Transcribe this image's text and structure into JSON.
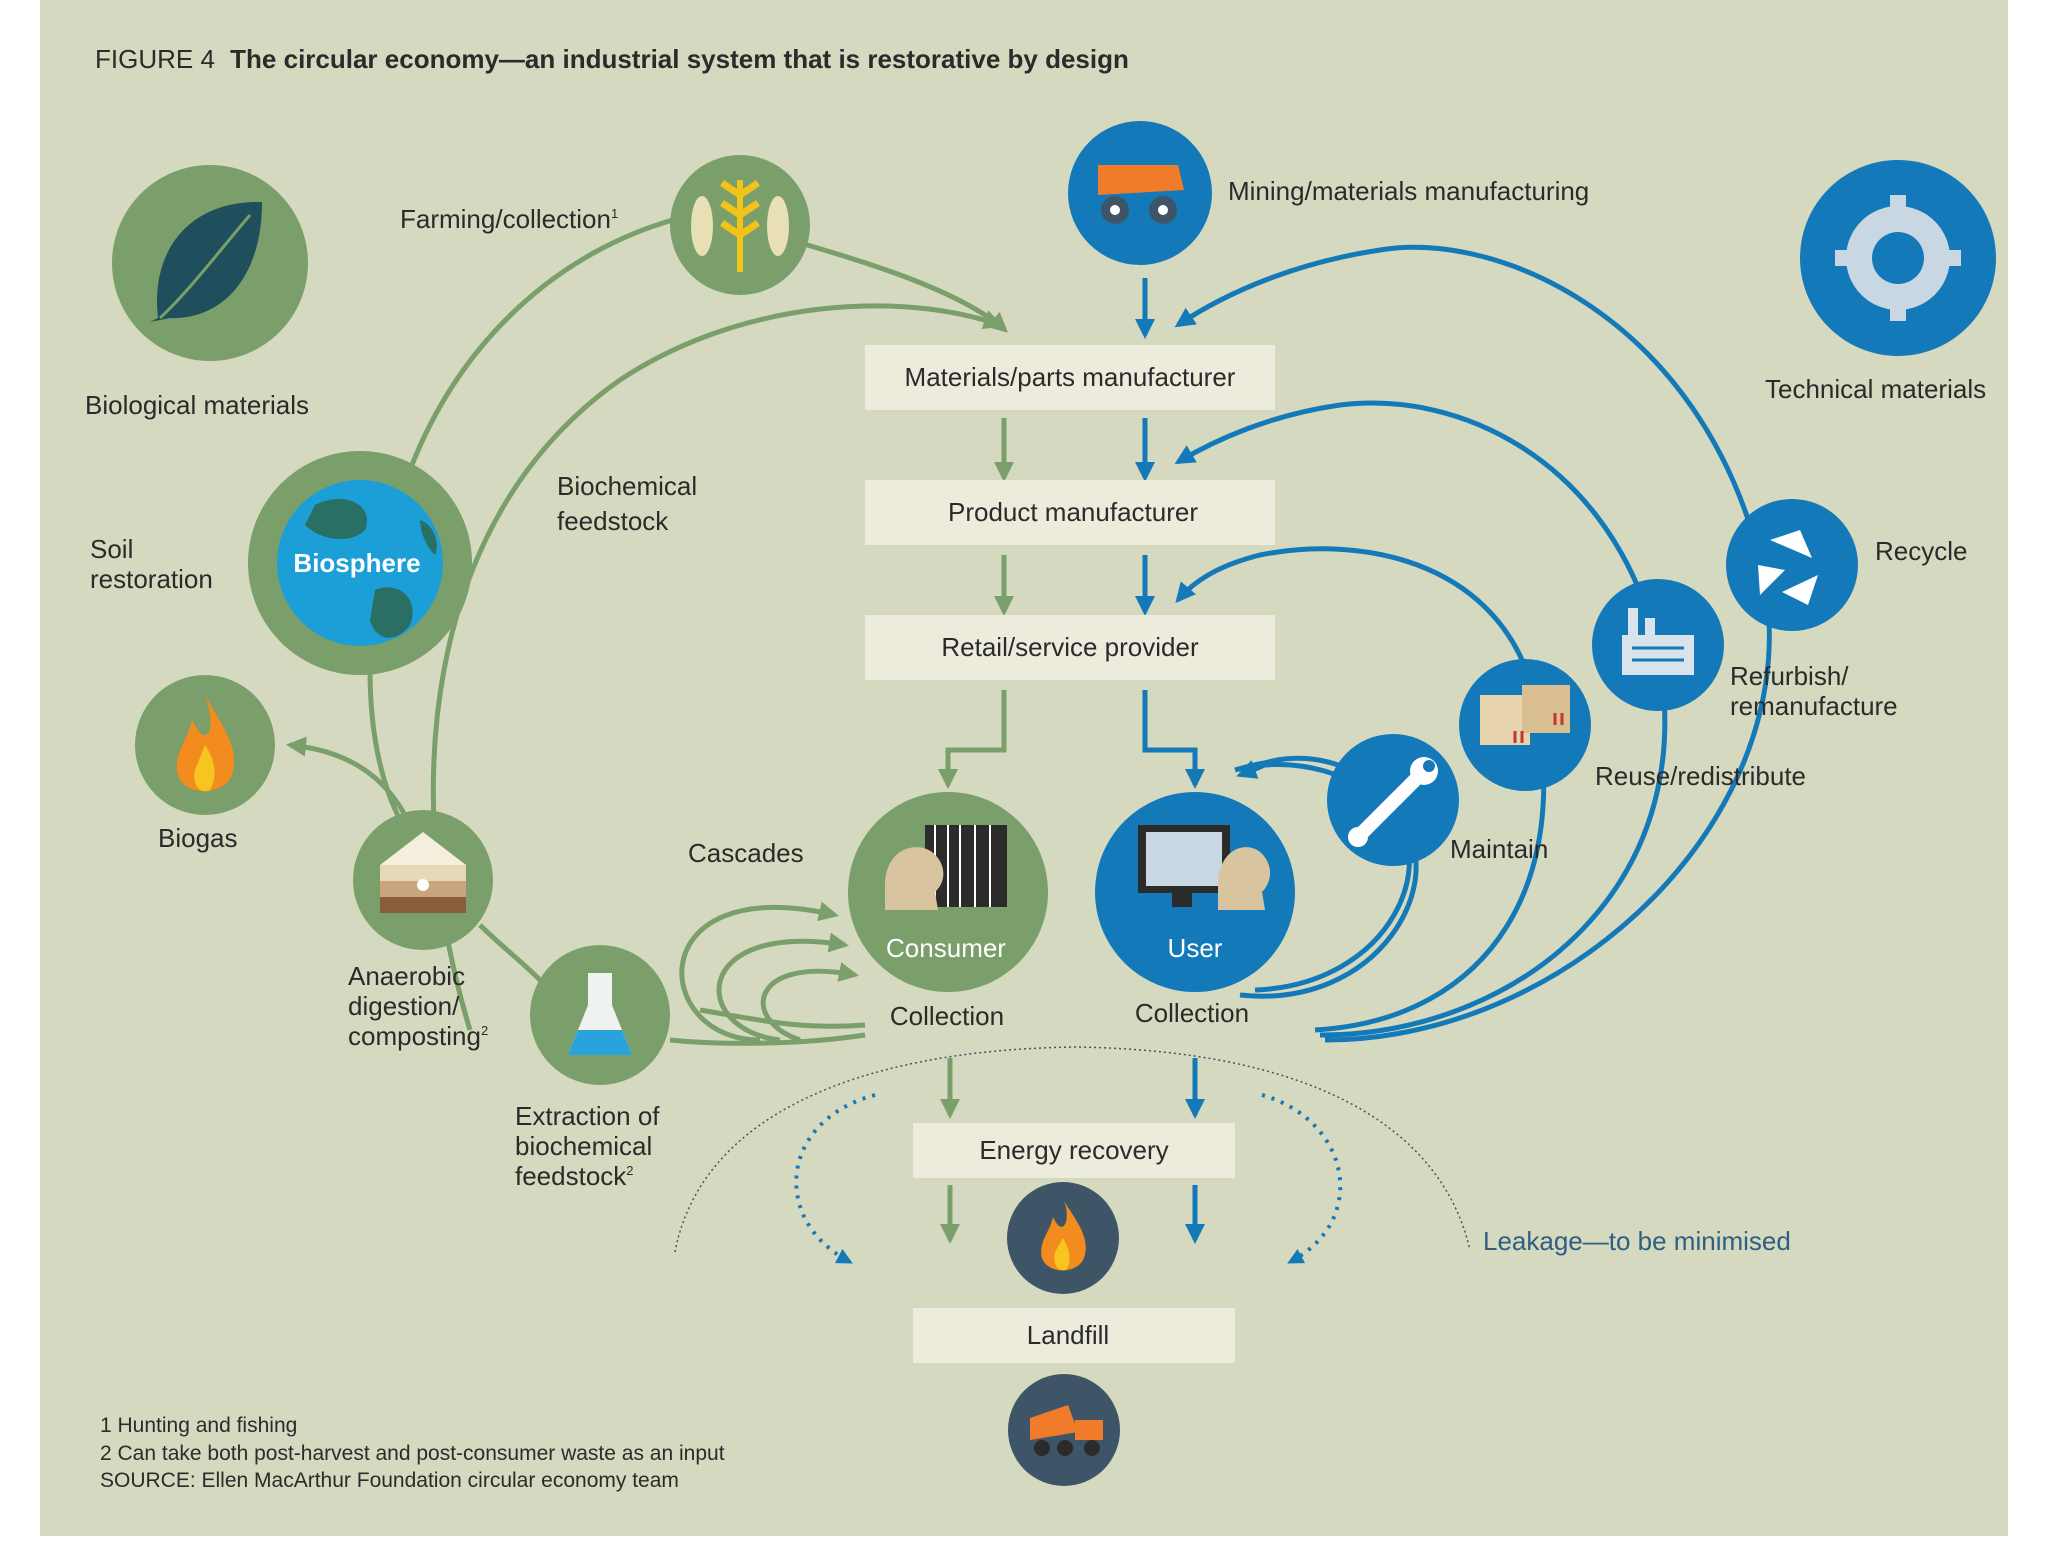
{
  "figure": {
    "prefix": "FIGURE 4",
    "title": "The circular economy—an industrial system that is restorative by design"
  },
  "colors": {
    "background": "#d5d9bf",
    "bio_green": "#7a9f6b",
    "bio_dark": "#3f6a4d",
    "tech_blue": "#1479b8",
    "box_fill": "#ecebdc",
    "navy": "#3e5568",
    "text": "#2b2b2b",
    "leakage": "#2f5f80"
  },
  "bio": {
    "materials_label": "Biological materials",
    "farming_label": "Farming/collection",
    "farming_sup": "1",
    "biosphere_label": "Biosphere",
    "soil_label_l1": "Soil",
    "soil_label_l2": "restoration",
    "biochemical_l1": "Biochemical",
    "biochemical_l2": "feedstock",
    "biogas_label": "Biogas",
    "anaerobic_l1": "Anaerobic",
    "anaerobic_l2": "digestion/",
    "anaerobic_l3": "composting",
    "anaerobic_sup": "2",
    "extraction_l1": "Extraction of",
    "extraction_l2": "biochemical",
    "extraction_l3": "feedstock",
    "extraction_sup": "2",
    "cascades_label": "Cascades",
    "consumer_label": "Consumer",
    "consumer_collection": "Collection"
  },
  "tech": {
    "mining_label": "Mining/materials manufacturing",
    "materials_label": "Technical materials",
    "recycle_label": "Recycle",
    "refurbish_l1": "Refurbish/",
    "refurbish_l2": "remanufacture",
    "reuse_label": "Reuse/redistribute",
    "maintain_label": "Maintain",
    "user_label": "User",
    "user_collection": "Collection"
  },
  "boxes": {
    "materials_parts": "Materials/parts manufacturer",
    "product": "Product manufacturer",
    "retail": "Retail/service provider",
    "energy": "Energy recovery",
    "landfill": "Landfill"
  },
  "leakage_label": "Leakage—to be minimised",
  "footnotes": {
    "note1": "1  Hunting and fishing",
    "note2": "2 Can take both post-harvest and post-consumer waste as an input",
    "source": "SOURCE: Ellen MacArthur Foundation circular economy team"
  }
}
